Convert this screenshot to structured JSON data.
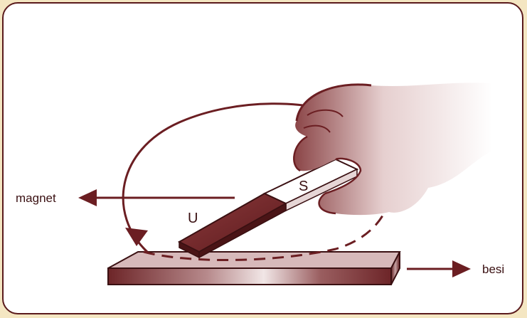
{
  "labels": {
    "magnet": "magnet",
    "besi": "besi",
    "pole_north": "U",
    "pole_south": "S"
  },
  "colors": {
    "frame_background": "#f4e6c2",
    "frame_border": "#5a1a1c",
    "ink": "#6b1e22",
    "magnet_north": "#7a2c2e",
    "magnet_south": "#ffffff"
  }
}
